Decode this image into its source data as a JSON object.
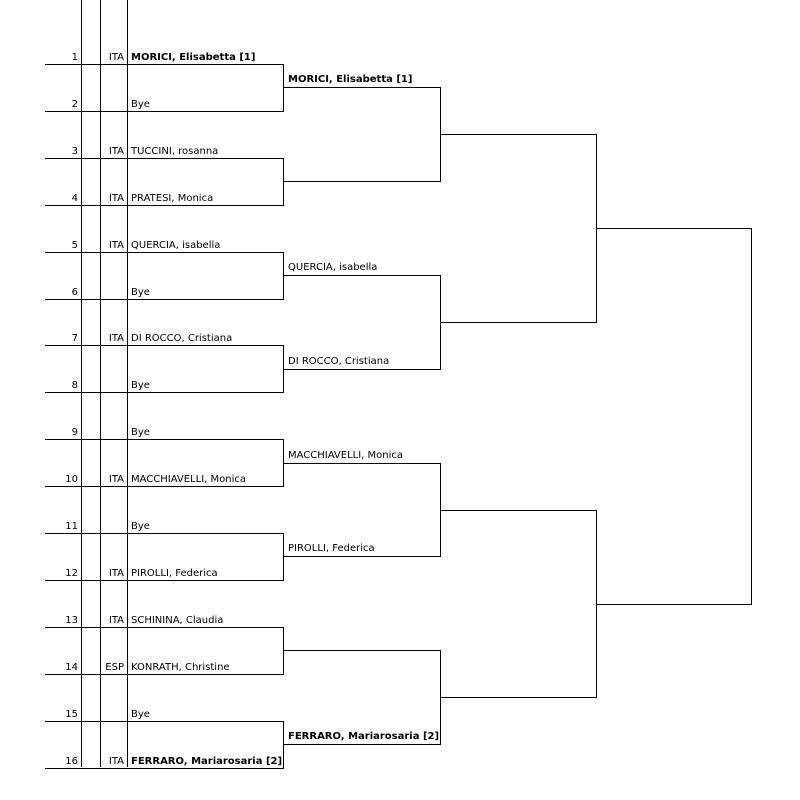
{
  "draw": {
    "entries": [
      {
        "seed": "1",
        "nation": "ITA",
        "name": "MORICI, Elisabetta [1]",
        "bold": true
      },
      {
        "seed": "2",
        "nation": "",
        "name": "Bye",
        "bold": false
      },
      {
        "seed": "3",
        "nation": "ITA",
        "name": "TUCCINI, rosanna",
        "bold": false
      },
      {
        "seed": "4",
        "nation": "ITA",
        "name": "PRATESI, Monica",
        "bold": false
      },
      {
        "seed": "5",
        "nation": "ITA",
        "name": "QUERCIA, isabella",
        "bold": false
      },
      {
        "seed": "6",
        "nation": "",
        "name": "Bye",
        "bold": false
      },
      {
        "seed": "7",
        "nation": "ITA",
        "name": "DI ROCCO, Cristiana",
        "bold": false
      },
      {
        "seed": "8",
        "nation": "",
        "name": "Bye",
        "bold": false
      },
      {
        "seed": "9",
        "nation": "",
        "name": "Bye",
        "bold": false
      },
      {
        "seed": "10",
        "nation": "ITA",
        "name": "MACCHIAVELLI, Monica",
        "bold": false
      },
      {
        "seed": "11",
        "nation": "",
        "name": "Bye",
        "bold": false
      },
      {
        "seed": "12",
        "nation": "ITA",
        "name": "PIROLLI, Federica",
        "bold": false
      },
      {
        "seed": "13",
        "nation": "ITA",
        "name": "SCHININA, Claudia",
        "bold": false
      },
      {
        "seed": "14",
        "nation": "ESP",
        "name": "KONRATH, Christine",
        "bold": false
      },
      {
        "seed": "15",
        "nation": "",
        "name": "Bye",
        "bold": false
      },
      {
        "seed": "16",
        "nation": "ITA",
        "name": "FERRARO, Mariarosaria [2]",
        "bold": true
      }
    ],
    "round2": [
      {
        "name": "MORICI, Elisabetta [1]",
        "bold": true
      },
      {
        "name": "",
        "bold": false
      },
      {
        "name": "QUERCIA, isabella",
        "bold": false
      },
      {
        "name": "DI ROCCO, Cristiana",
        "bold": false
      },
      {
        "name": "MACCHIAVELLI, Monica",
        "bold": false
      },
      {
        "name": "PIROLLI, Federica",
        "bold": false
      },
      {
        "name": "",
        "bold": false
      },
      {
        "name": "FERRARO, Mariarosaria [2]",
        "bold": true
      }
    ],
    "round3": [
      {
        "name": "",
        "bold": false
      },
      {
        "name": "",
        "bold": false
      },
      {
        "name": "",
        "bold": false
      },
      {
        "name": "",
        "bold": false
      }
    ],
    "round4": [
      {
        "name": "",
        "bold": false
      },
      {
        "name": "",
        "bold": false
      }
    ],
    "line_color": "#000000"
  }
}
